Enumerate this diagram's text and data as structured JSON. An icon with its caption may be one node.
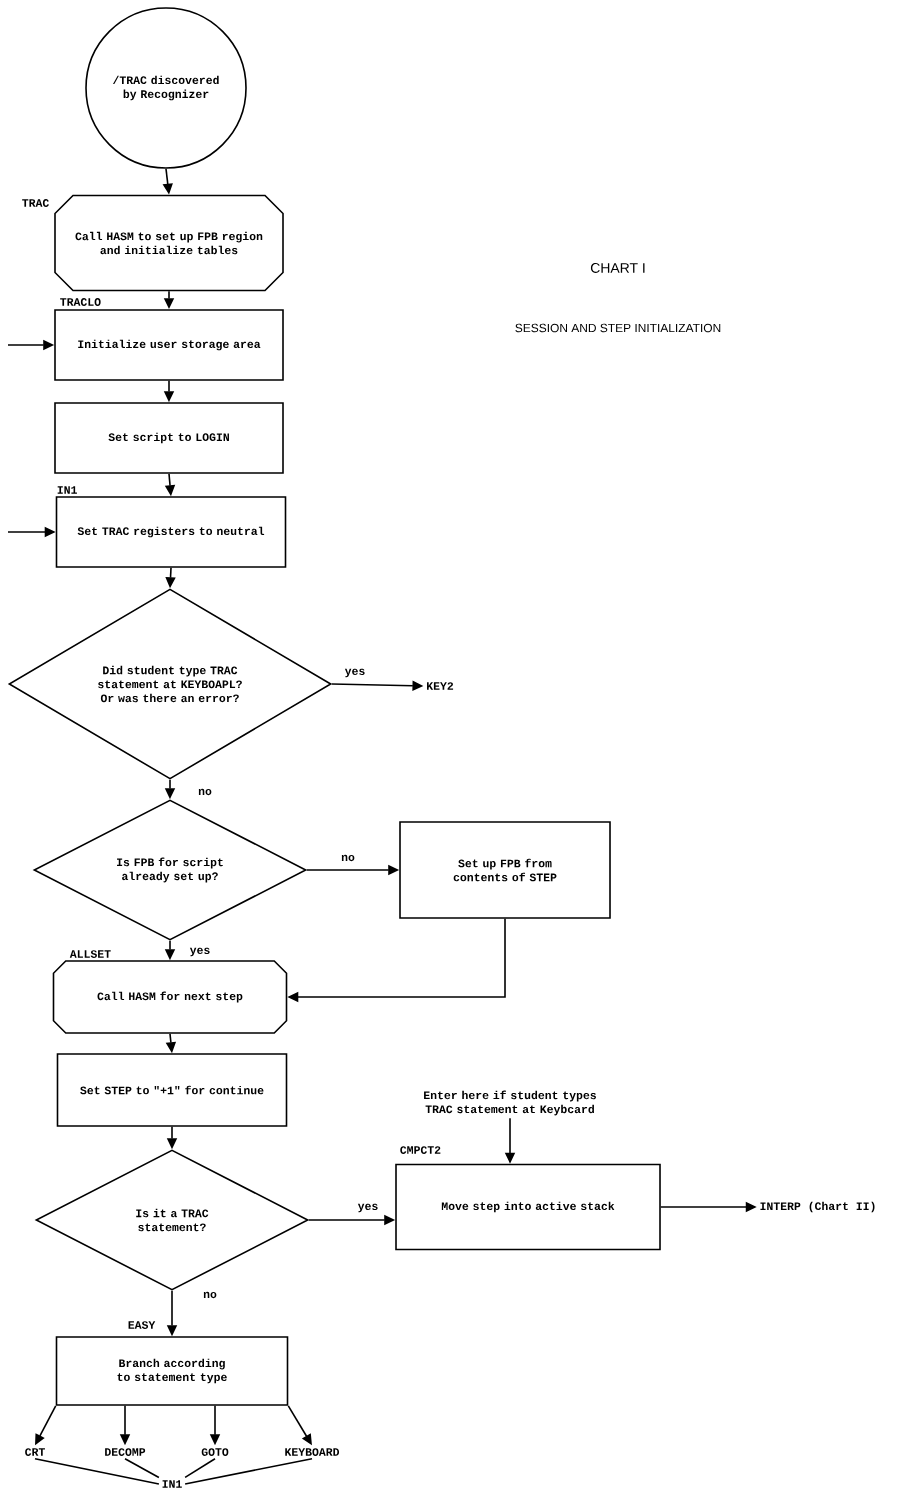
{
  "diagram": {
    "title": "CHART I",
    "caption": "SESSION AND STEP INITIALIZATION",
    "nodes": [
      {
        "text": [
          "/TRAC discovered by Recognizer"
        ]
      },
      {
        "text": [
          "Call HASM to set up FPB region and initialize tables"
        ],
        "beside": [
          "TRAC"
        ]
      },
      {
        "text": [
          "Initialize user storage area"
        ],
        "beside": [
          "TRACLO"
        ]
      },
      {
        "text": [
          "Set script to LOGIN"
        ]
      },
      {
        "text": [
          "Set TRAC registers to neutral"
        ],
        "beside": [
          "IN1"
        ]
      },
      {
        "text": [
          "Did student type TRAC statement at KEYBOAPL? Or was there an error?"
        ]
      },
      {
        "text": [
          "KEY2"
        ]
      },
      {
        "text": [
          "Is FPB for script already set up?"
        ]
      },
      {
        "text": [
          "Set up FPB from contents of STEP"
        ]
      },
      {
        "text": [
          "Call HASM for next step"
        ],
        "beside": [
          "ALLSET"
        ]
      },
      {
        "text": [
          "Set STEP to \"+1\" for continue"
        ]
      },
      {
        "text": [
          "Is it a TRAC statement?"
        ]
      },
      {
        "text": [
          "Move step into active stack"
        ],
        "beside": [
          "CMPCT2"
        ]
      },
      {
        "text": [
          "Enter here if student types TRAC statement at Keybcard"
        ]
      },
      {
        "text": [
          "INTERP (Chart II)"
        ]
      },
      {
        "text": [
          "Branch according to statement type"
        ],
        "beside": [
          "EASY"
        ]
      },
      {
        "text": [
          "CRT"
        ]
      },
      {
        "text": [
          "DECOMP"
        ]
      },
      {
        "text": [
          "GOTO"
        ]
      },
      {
        "text": [
          "KEYBOARD"
        ]
      },
      {
        "text": [
          "IN1"
        ]
      }
    ],
    "edges": [
      {
        "from": 0,
        "to": 1,
        "arrow": "to"
      },
      {
        "from": 1,
        "to": 2,
        "arrow": "to"
      },
      {
        "from": null,
        "to": 2,
        "arrow": "to"
      },
      {
        "from": 2,
        "to": 3,
        "arrow": "to"
      },
      {
        "from": 3,
        "to": 4,
        "arrow": "to"
      },
      {
        "from": null,
        "to": 4,
        "arrow": "to"
      },
      {
        "from": 4,
        "to": 5,
        "arrow": "to"
      },
      {
        "from": 5,
        "to": 6,
        "arrow": "to",
        "label": "yes"
      },
      {
        "from": 5,
        "to": 7,
        "arrow": "to",
        "label": "no"
      },
      {
        "from": 7,
        "to": 8,
        "arrow": "to",
        "label": "no"
      },
      {
        "from": 7,
        "to": 9,
        "arrow": "to",
        "label": "yes"
      },
      {
        "from": 8,
        "to": 9,
        "arrow": "to"
      },
      {
        "from": 9,
        "to": 10,
        "arrow": "to"
      },
      {
        "from": 10,
        "to": 11,
        "arrow": "to"
      },
      {
        "from": 11,
        "to": 12,
        "arrow": "to",
        "label": "yes"
      },
      {
        "from": 13,
        "to": 12,
        "arrow": "to"
      },
      {
        "from": 12,
        "to": 14,
        "arrow": "to"
      },
      {
        "from": 11,
        "to": 15,
        "arrow": "to",
        "label": "no"
      },
      {
        "from": 15,
        "to": 16,
        "arrow": "to"
      },
      {
        "from": 15,
        "to": 17,
        "arrow": "to"
      },
      {
        "from": 15,
        "to": 18,
        "arrow": "to"
      },
      {
        "from": 15,
        "to": 19,
        "arrow": "to"
      },
      {
        "from": 16,
        "to": 20,
        "arrow": "none"
      },
      {
        "from": 17,
        "to": 20,
        "arrow": "none"
      },
      {
        "from": 18,
        "to": 20,
        "arrow": "none"
      },
      {
        "from": 19,
        "to": 20,
        "arrow": "none"
      }
    ]
  }
}
